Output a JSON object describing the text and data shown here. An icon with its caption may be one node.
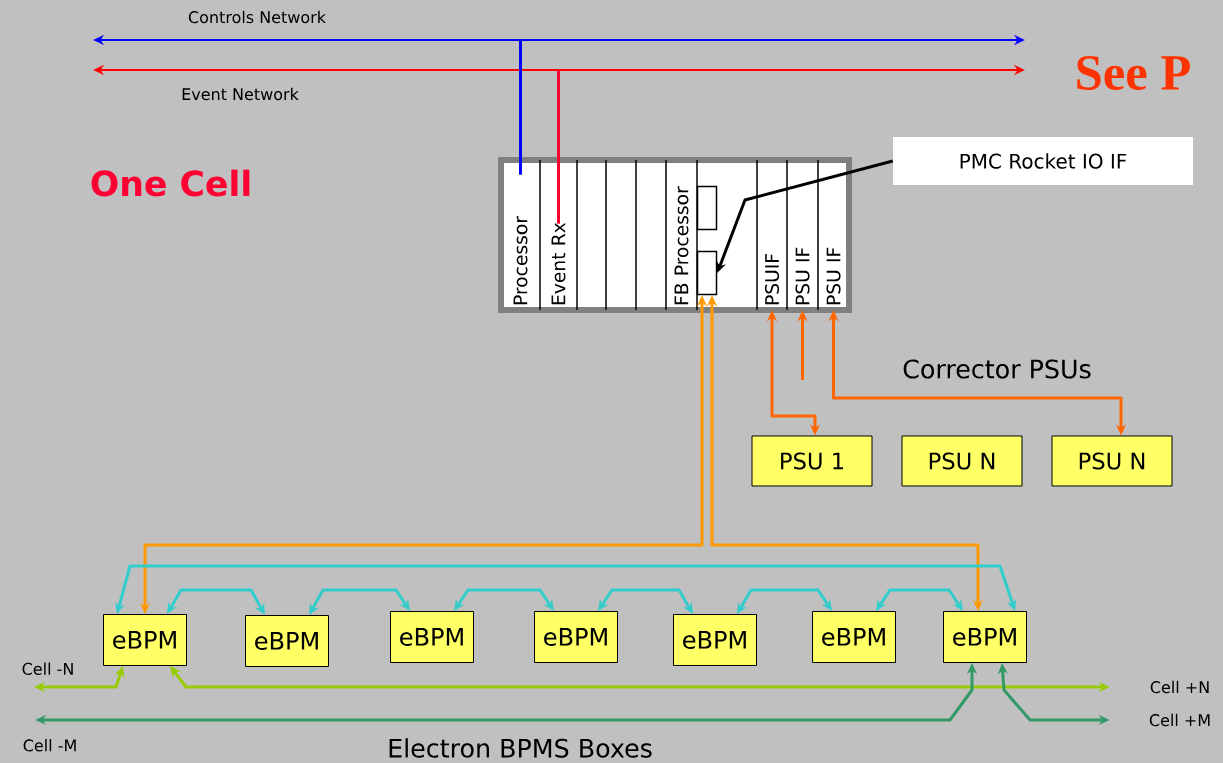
{
  "diagram": {
    "nodes": [
      {
        "text": [],
        "shape": "box"
      },
      {
        "text": [
          "Processor"
        ],
        "in": 0
      },
      {
        "text": [
          "Event Rx"
        ],
        "in": 0
      },
      {
        "text": [
          "FB Processor"
        ],
        "in": 0
      },
      {
        "text": [],
        "shape": "box",
        "in": 0
      },
      {
        "text": [],
        "shape": "box",
        "in": 0
      },
      {
        "text": [
          "PSUIF"
        ],
        "in": 0
      },
      {
        "text": [
          "PSU IF"
        ],
        "in": 0
      },
      {
        "text": [
          "PSU IF"
        ],
        "in": 0
      },
      {
        "text": [
          "PMC Rocket IO IF"
        ]
      },
      {
        "text": [
          "eBPM"
        ]
      },
      {
        "text": [
          "eBPM"
        ]
      },
      {
        "text": [
          "eBPM"
        ]
      },
      {
        "text": [
          "eBPM"
        ]
      },
      {
        "text": [
          "eBPM"
        ]
      },
      {
        "text": [
          "eBPM"
        ]
      },
      {
        "text": [
          "eBPM"
        ]
      },
      {
        "text": [
          "PSU 1"
        ]
      },
      {
        "text": [
          "PSU N"
        ]
      },
      {
        "text": [
          "PSU N"
        ]
      },
      {
        "text": [
          "Cell -N"
        ]
      },
      {
        "text": [
          "Cell +N"
        ]
      },
      {
        "text": [
          "Cell -M"
        ]
      },
      {
        "text": [
          "Cell +M"
        ]
      }
    ],
    "edges": [
      {
        "from": 1,
        "to": null,
        "arrow": "none",
        "color": "#0000ff"
      },
      {
        "from": 2,
        "to": null,
        "arrow": "none",
        "color": "#ff0033"
      },
      {
        "from": 9,
        "to": 5,
        "arrow": "to",
        "color": "#000000"
      },
      {
        "from": 5,
        "to": 10,
        "arrow": "both",
        "color": "#ff9900"
      },
      {
        "from": 5,
        "to": 16,
        "arrow": "both",
        "color": "#ff9900"
      },
      {
        "from": 6,
        "to": 17,
        "arrow": "both",
        "color": "#ff6600"
      },
      {
        "from": null,
        "to": 7,
        "arrow": "to",
        "color": "#ff6600"
      },
      {
        "from": 8,
        "to": 19,
        "arrow": "both",
        "color": "#ff6600"
      },
      {
        "from": 10,
        "to": 11,
        "arrow": "both"
      },
      {
        "from": 11,
        "to": 12,
        "arrow": "both"
      },
      {
        "from": 12,
        "to": 13,
        "arrow": "both"
      },
      {
        "from": 13,
        "to": 14,
        "arrow": "both"
      },
      {
        "from": 14,
        "to": 15,
        "arrow": "both"
      },
      {
        "from": 15,
        "to": 16,
        "arrow": "both"
      },
      {
        "from": 10,
        "to": 16,
        "arrow": "both"
      },
      {
        "from": 10,
        "to": 20,
        "arrow": "both",
        "color": "#99cc00"
      },
      {
        "from": 10,
        "to": 21,
        "arrow": "both",
        "color": "#99cc00"
      },
      {
        "from": 16,
        "to": 22,
        "arrow": "both",
        "color": "#339966"
      },
      {
        "from": 16,
        "to": 23,
        "arrow": "both",
        "color": "#339966"
      }
    ],
    "labels": [
      "Controls Network",
      "Event Network",
      "See P",
      "One Cell",
      "Corrector PSUs",
      "Electron BPMS Boxes"
    ]
  }
}
